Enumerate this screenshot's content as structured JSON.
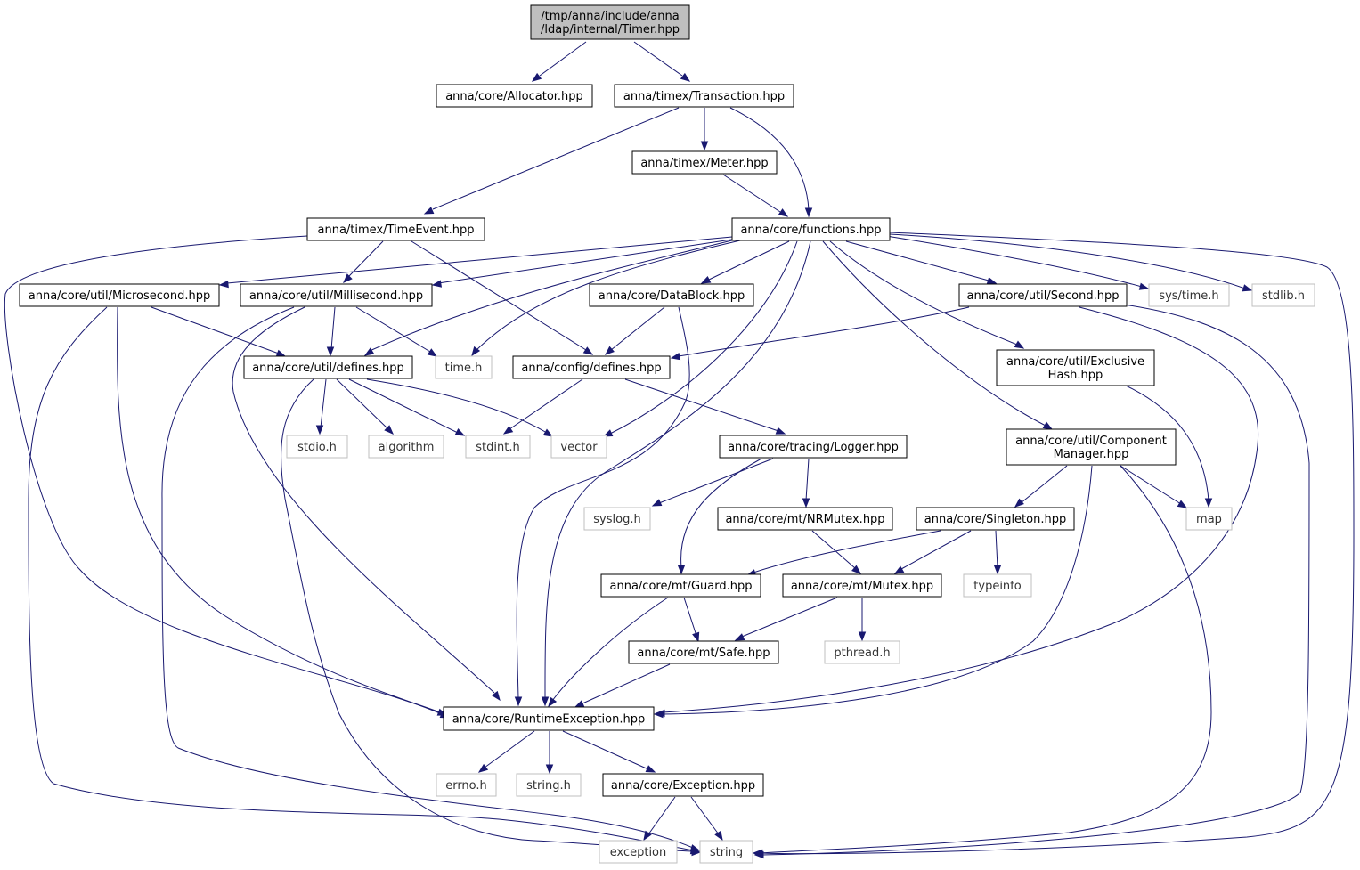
{
  "diagram": {
    "nodes": {
      "root": [
        "/tmp/anna/include/anna",
        "/ldap/internal/Timer.hpp"
      ],
      "allocator": [
        "anna/core/Allocator.hpp"
      ],
      "transaction": [
        "anna/timex/Transaction.hpp"
      ],
      "meter": [
        "anna/timex/Meter.hpp"
      ],
      "timeevent": [
        "anna/timex/TimeEvent.hpp"
      ],
      "functions": [
        "anna/core/functions.hpp"
      ],
      "microsecond": [
        "anna/core/util/Microsecond.hpp"
      ],
      "millisecond": [
        "anna/core/util/Millisecond.hpp"
      ],
      "datablock": [
        "anna/core/DataBlock.hpp"
      ],
      "second": [
        "anna/core/util/Second.hpp"
      ],
      "systime": [
        "sys/time.h"
      ],
      "stdlib": [
        "stdlib.h"
      ],
      "utildefines": [
        "anna/core/util/defines.hpp"
      ],
      "timeh": [
        "time.h"
      ],
      "configdefines": [
        "anna/config/defines.hpp"
      ],
      "exclusivehash": [
        "anna/core/util/Exclusive",
        "Hash.hpp"
      ],
      "stdio": [
        "stdio.h"
      ],
      "algorithm": [
        "algorithm"
      ],
      "stdint": [
        "stdint.h"
      ],
      "vector": [
        "vector"
      ],
      "logger": [
        "anna/core/tracing/Logger.hpp"
      ],
      "component": [
        "anna/core/util/Component",
        "Manager.hpp"
      ],
      "syslog": [
        "syslog.h"
      ],
      "nrmutex": [
        "anna/core/mt/NRMutex.hpp"
      ],
      "singleton": [
        "anna/core/Singleton.hpp"
      ],
      "map": [
        "map"
      ],
      "guard": [
        "anna/core/mt/Guard.hpp"
      ],
      "mutex": [
        "anna/core/mt/Mutex.hpp"
      ],
      "typeinfo": [
        "typeinfo"
      ],
      "safe": [
        "anna/core/mt/Safe.hpp"
      ],
      "pthread": [
        "pthread.h"
      ],
      "runtime": [
        "anna/core/RuntimeException.hpp"
      ],
      "errno": [
        "errno.h"
      ],
      "stringh": [
        "string.h"
      ],
      "exception_hpp": [
        "anna/core/Exception.hpp"
      ],
      "exception": [
        "exception"
      ],
      "string": [
        "string"
      ]
    },
    "edges": [
      [
        "root",
        "allocator"
      ],
      [
        "root",
        "transaction"
      ],
      [
        "transaction",
        "timeevent"
      ],
      [
        "transaction",
        "meter"
      ],
      [
        "transaction",
        "functions"
      ],
      [
        "meter",
        "functions"
      ],
      [
        "timeevent",
        "millisecond"
      ],
      [
        "timeevent",
        "configdefines"
      ],
      [
        "timeevent",
        "runtime"
      ],
      [
        "functions",
        "microsecond"
      ],
      [
        "functions",
        "millisecond"
      ],
      [
        "functions",
        "utildefines"
      ],
      [
        "functions",
        "timeh"
      ],
      [
        "functions",
        "datablock"
      ],
      [
        "functions",
        "second"
      ],
      [
        "functions",
        "systime"
      ],
      [
        "functions",
        "stdlib"
      ],
      [
        "functions",
        "exclusivehash"
      ],
      [
        "functions",
        "vector"
      ],
      [
        "functions",
        "component"
      ],
      [
        "functions",
        "runtime"
      ],
      [
        "functions",
        "string"
      ],
      [
        "microsecond",
        "utildefines"
      ],
      [
        "microsecond",
        "runtime"
      ],
      [
        "microsecond",
        "string"
      ],
      [
        "millisecond",
        "utildefines"
      ],
      [
        "millisecond",
        "timeh"
      ],
      [
        "millisecond",
        "runtime"
      ],
      [
        "millisecond",
        "string"
      ],
      [
        "datablock",
        "configdefines"
      ],
      [
        "datablock",
        "runtime"
      ],
      [
        "second",
        "configdefines"
      ],
      [
        "second",
        "runtime"
      ],
      [
        "second",
        "string"
      ],
      [
        "utildefines",
        "stdio"
      ],
      [
        "utildefines",
        "algorithm"
      ],
      [
        "utildefines",
        "stdint"
      ],
      [
        "utildefines",
        "vector"
      ],
      [
        "utildefines",
        "string"
      ],
      [
        "configdefines",
        "stdint"
      ],
      [
        "configdefines",
        "logger"
      ],
      [
        "exclusivehash",
        "map"
      ],
      [
        "logger",
        "syslog"
      ],
      [
        "logger",
        "nrmutex"
      ],
      [
        "logger",
        "guard"
      ],
      [
        "component",
        "singleton"
      ],
      [
        "component",
        "map"
      ],
      [
        "component",
        "runtime"
      ],
      [
        "component",
        "string"
      ],
      [
        "nrmutex",
        "mutex"
      ],
      [
        "singleton",
        "guard"
      ],
      [
        "singleton",
        "mutex"
      ],
      [
        "singleton",
        "typeinfo"
      ],
      [
        "guard",
        "safe"
      ],
      [
        "guard",
        "runtime"
      ],
      [
        "mutex",
        "safe"
      ],
      [
        "mutex",
        "pthread"
      ],
      [
        "safe",
        "runtime"
      ],
      [
        "runtime",
        "errno"
      ],
      [
        "runtime",
        "stringh"
      ],
      [
        "runtime",
        "exception_hpp"
      ],
      [
        "exception_hpp",
        "exception"
      ],
      [
        "exception_hpp",
        "string"
      ]
    ]
  },
  "colors": {
    "edge": "#191970",
    "root_fill": "#bfbfbf",
    "external_border": "#bfbfbf",
    "node_border": "#000000"
  }
}
